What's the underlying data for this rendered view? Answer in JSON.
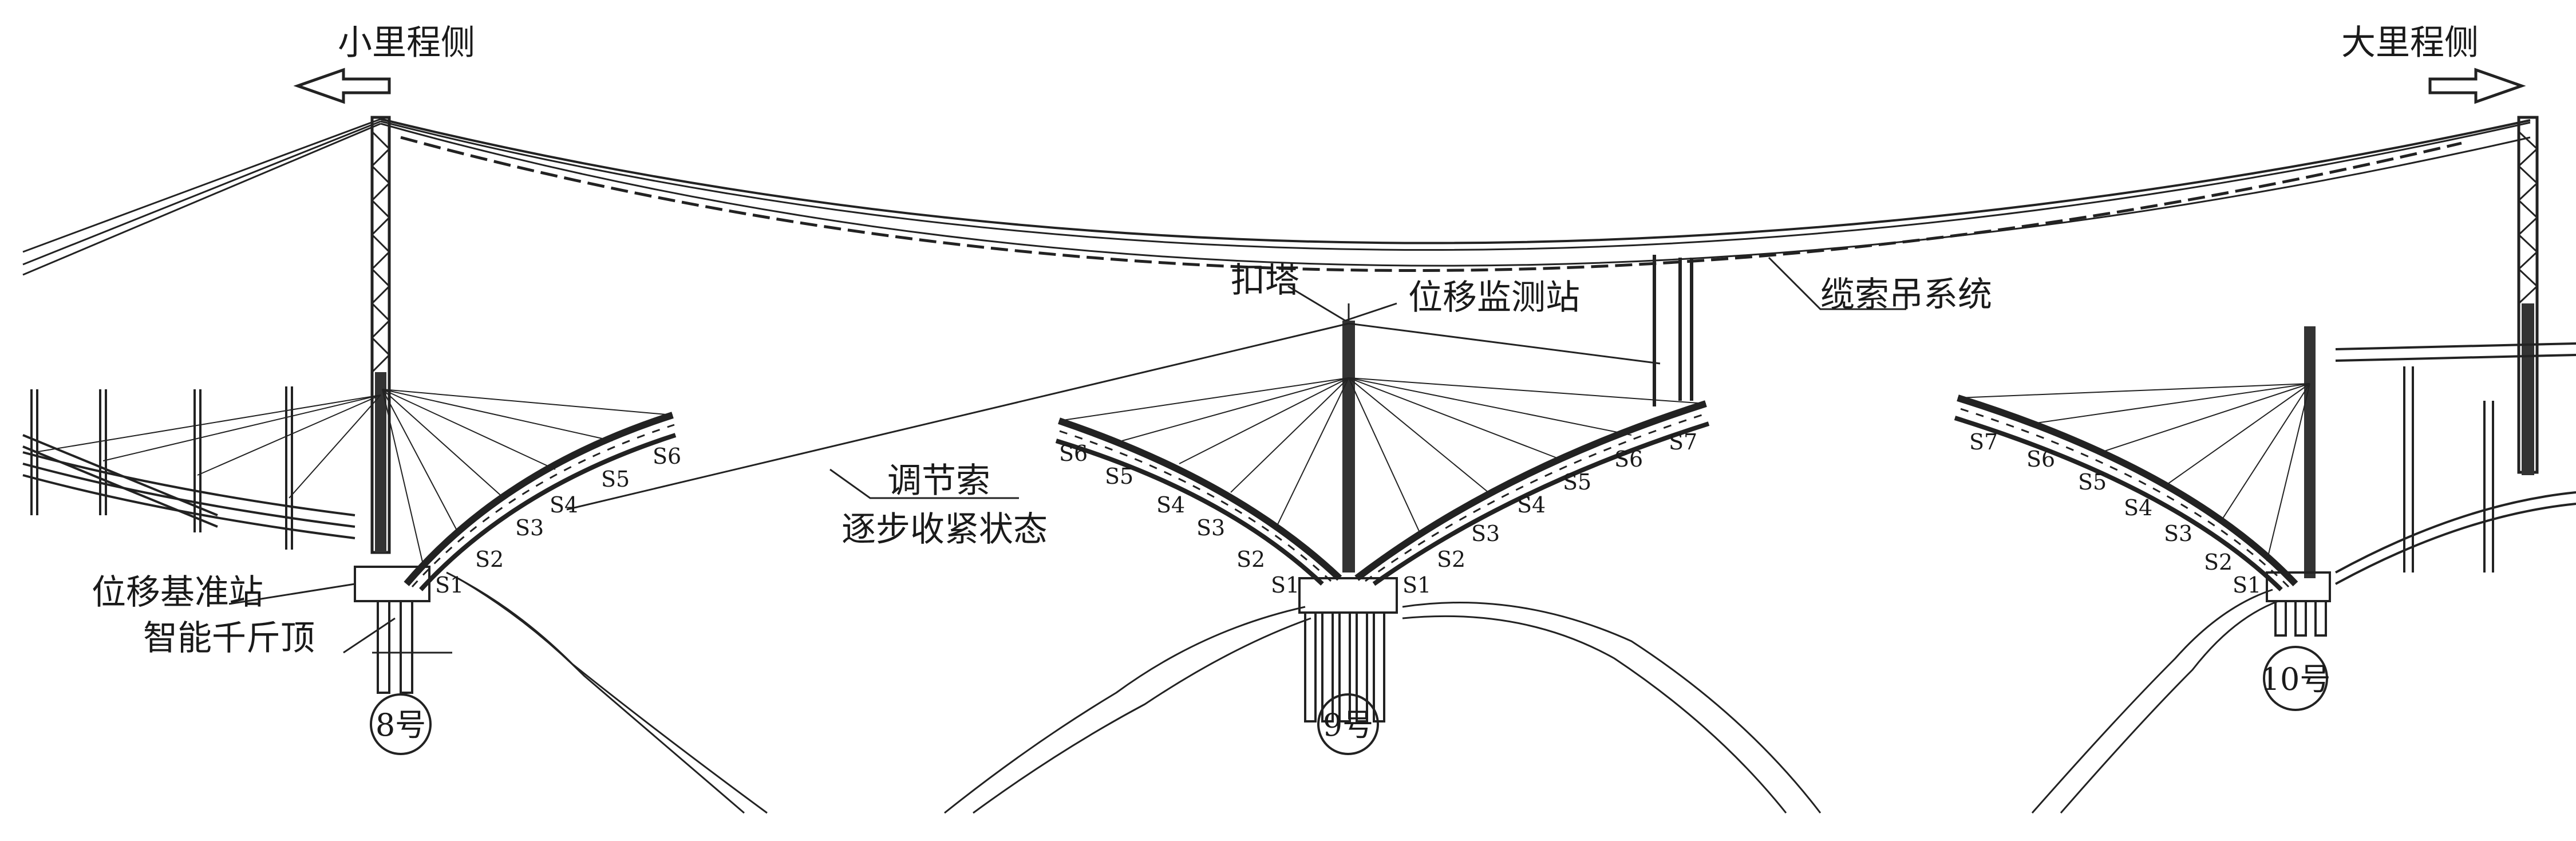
{
  "directions": {
    "left": "小里程侧",
    "right": "大里程侧"
  },
  "labels": {
    "cable_crane": "缆索吊系统",
    "buckle_tower": "扣塔",
    "displacement_station": "位移监测站",
    "adjust_cable_1": "调节索",
    "adjust_cable_2": "逐步收紧状态",
    "reference_station": "位移基准站",
    "smart_jack": "智能千斤顶"
  },
  "piers": [
    "8号",
    "9号",
    "10号"
  ],
  "segments": {
    "pier8": [
      "S1",
      "S2",
      "S3",
      "S4",
      "S5",
      "S6"
    ],
    "pier9_left": [
      "S1",
      "S2",
      "S3",
      "S4",
      "S5",
      "S6"
    ],
    "pier9_right": [
      "S1",
      "S2",
      "S3",
      "S4",
      "S5",
      "S6",
      "S7"
    ],
    "pier10": [
      "S1",
      "S2",
      "S3",
      "S4",
      "S5",
      "S6",
      "S7"
    ]
  }
}
